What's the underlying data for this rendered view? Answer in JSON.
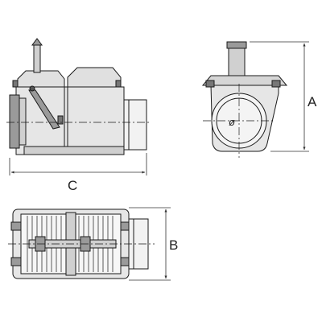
{
  "dimensions": {
    "height_label": "A",
    "width_label": "B",
    "length_label": "C",
    "diameter_symbol": "ø"
  },
  "colors": {
    "outline": "#1a1a1a",
    "body_fill": "#e6e6e6",
    "dark_fill": "#9a9a9a",
    "dim_line": "#333333"
  }
}
